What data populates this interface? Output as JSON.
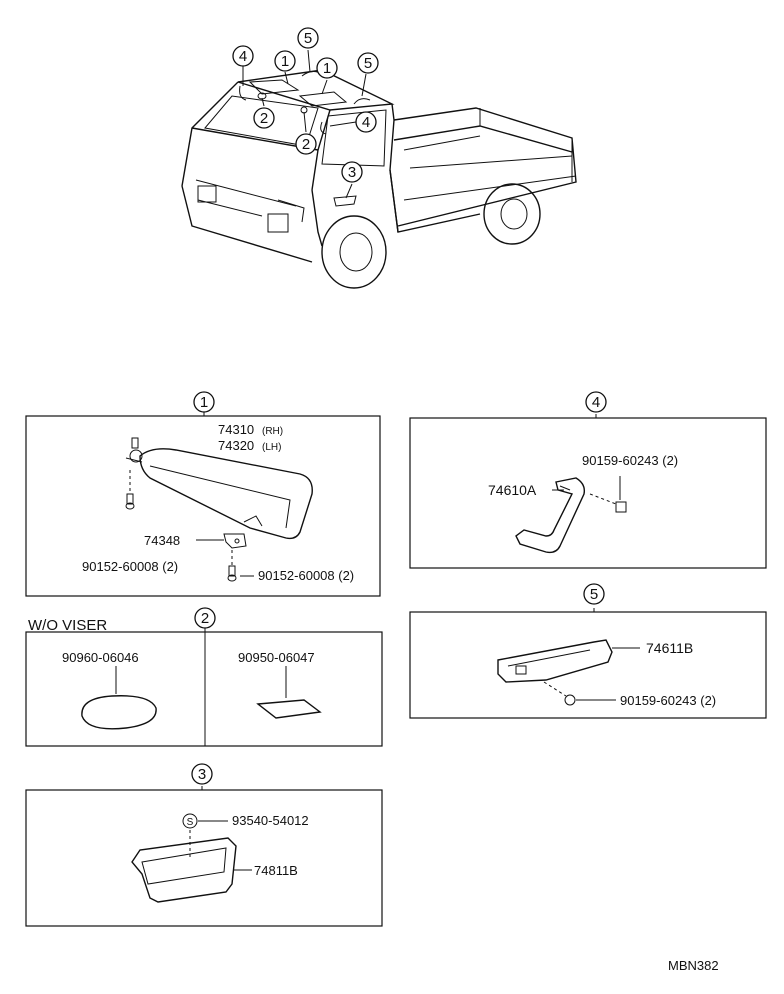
{
  "callouts": {
    "c1": "1",
    "c2": "2",
    "c3": "3",
    "c4": "4",
    "c5": "5"
  },
  "panels": {
    "p1": {
      "part_rh": "74310",
      "side_rh": "(RH)",
      "part_lh": "74320",
      "side_lh": "(LH)",
      "bracket": "74348",
      "screw_a": "90152-60008 (2)",
      "screw_b": "90152-60008 (2)"
    },
    "p2": {
      "title": "W/O VISER",
      "plug_oval": "90960-06046",
      "plug_rect": "90950-06047"
    },
    "p3": {
      "marker": "S",
      "clip": "93540-54012",
      "tray": "74811B"
    },
    "p4": {
      "screw": "90159-60243 (2)",
      "grip": "74610A"
    },
    "p5": {
      "grip": "74611B",
      "screw": "90159-60243 (2)"
    }
  },
  "footer": {
    "code": "MBN382"
  }
}
